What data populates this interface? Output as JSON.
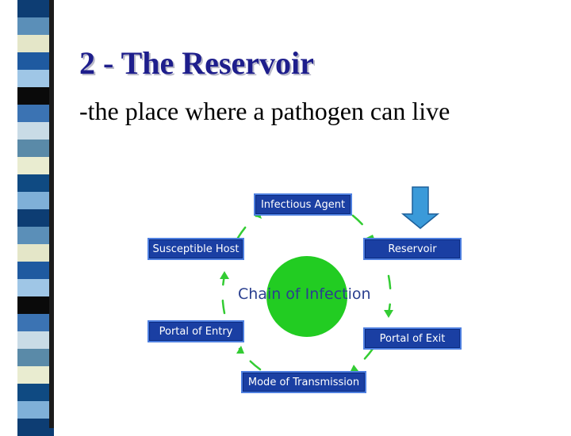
{
  "slide": {
    "title": "2 - The Reservoir",
    "subtitle": "-the place where a pathogen can live"
  },
  "diagram": {
    "center_label": "Chain of Infection",
    "nodes": {
      "infectious_agent": "Infectious Agent",
      "reservoir": "Reservoir",
      "portal_of_exit": "Portal of Exit",
      "mode_of_transmission": "Mode of Transmission",
      "portal_of_entry": "Portal of Entry",
      "susceptible_host": "Susceptible Host"
    }
  },
  "colors": {
    "title": "#1e1e8c",
    "node_fill": "#1a3fa3",
    "node_border": "#4e7fe0",
    "center_circle": "#22cc22",
    "arrows": "#33cc33",
    "pointer_arrow": "#3a9ad9"
  }
}
